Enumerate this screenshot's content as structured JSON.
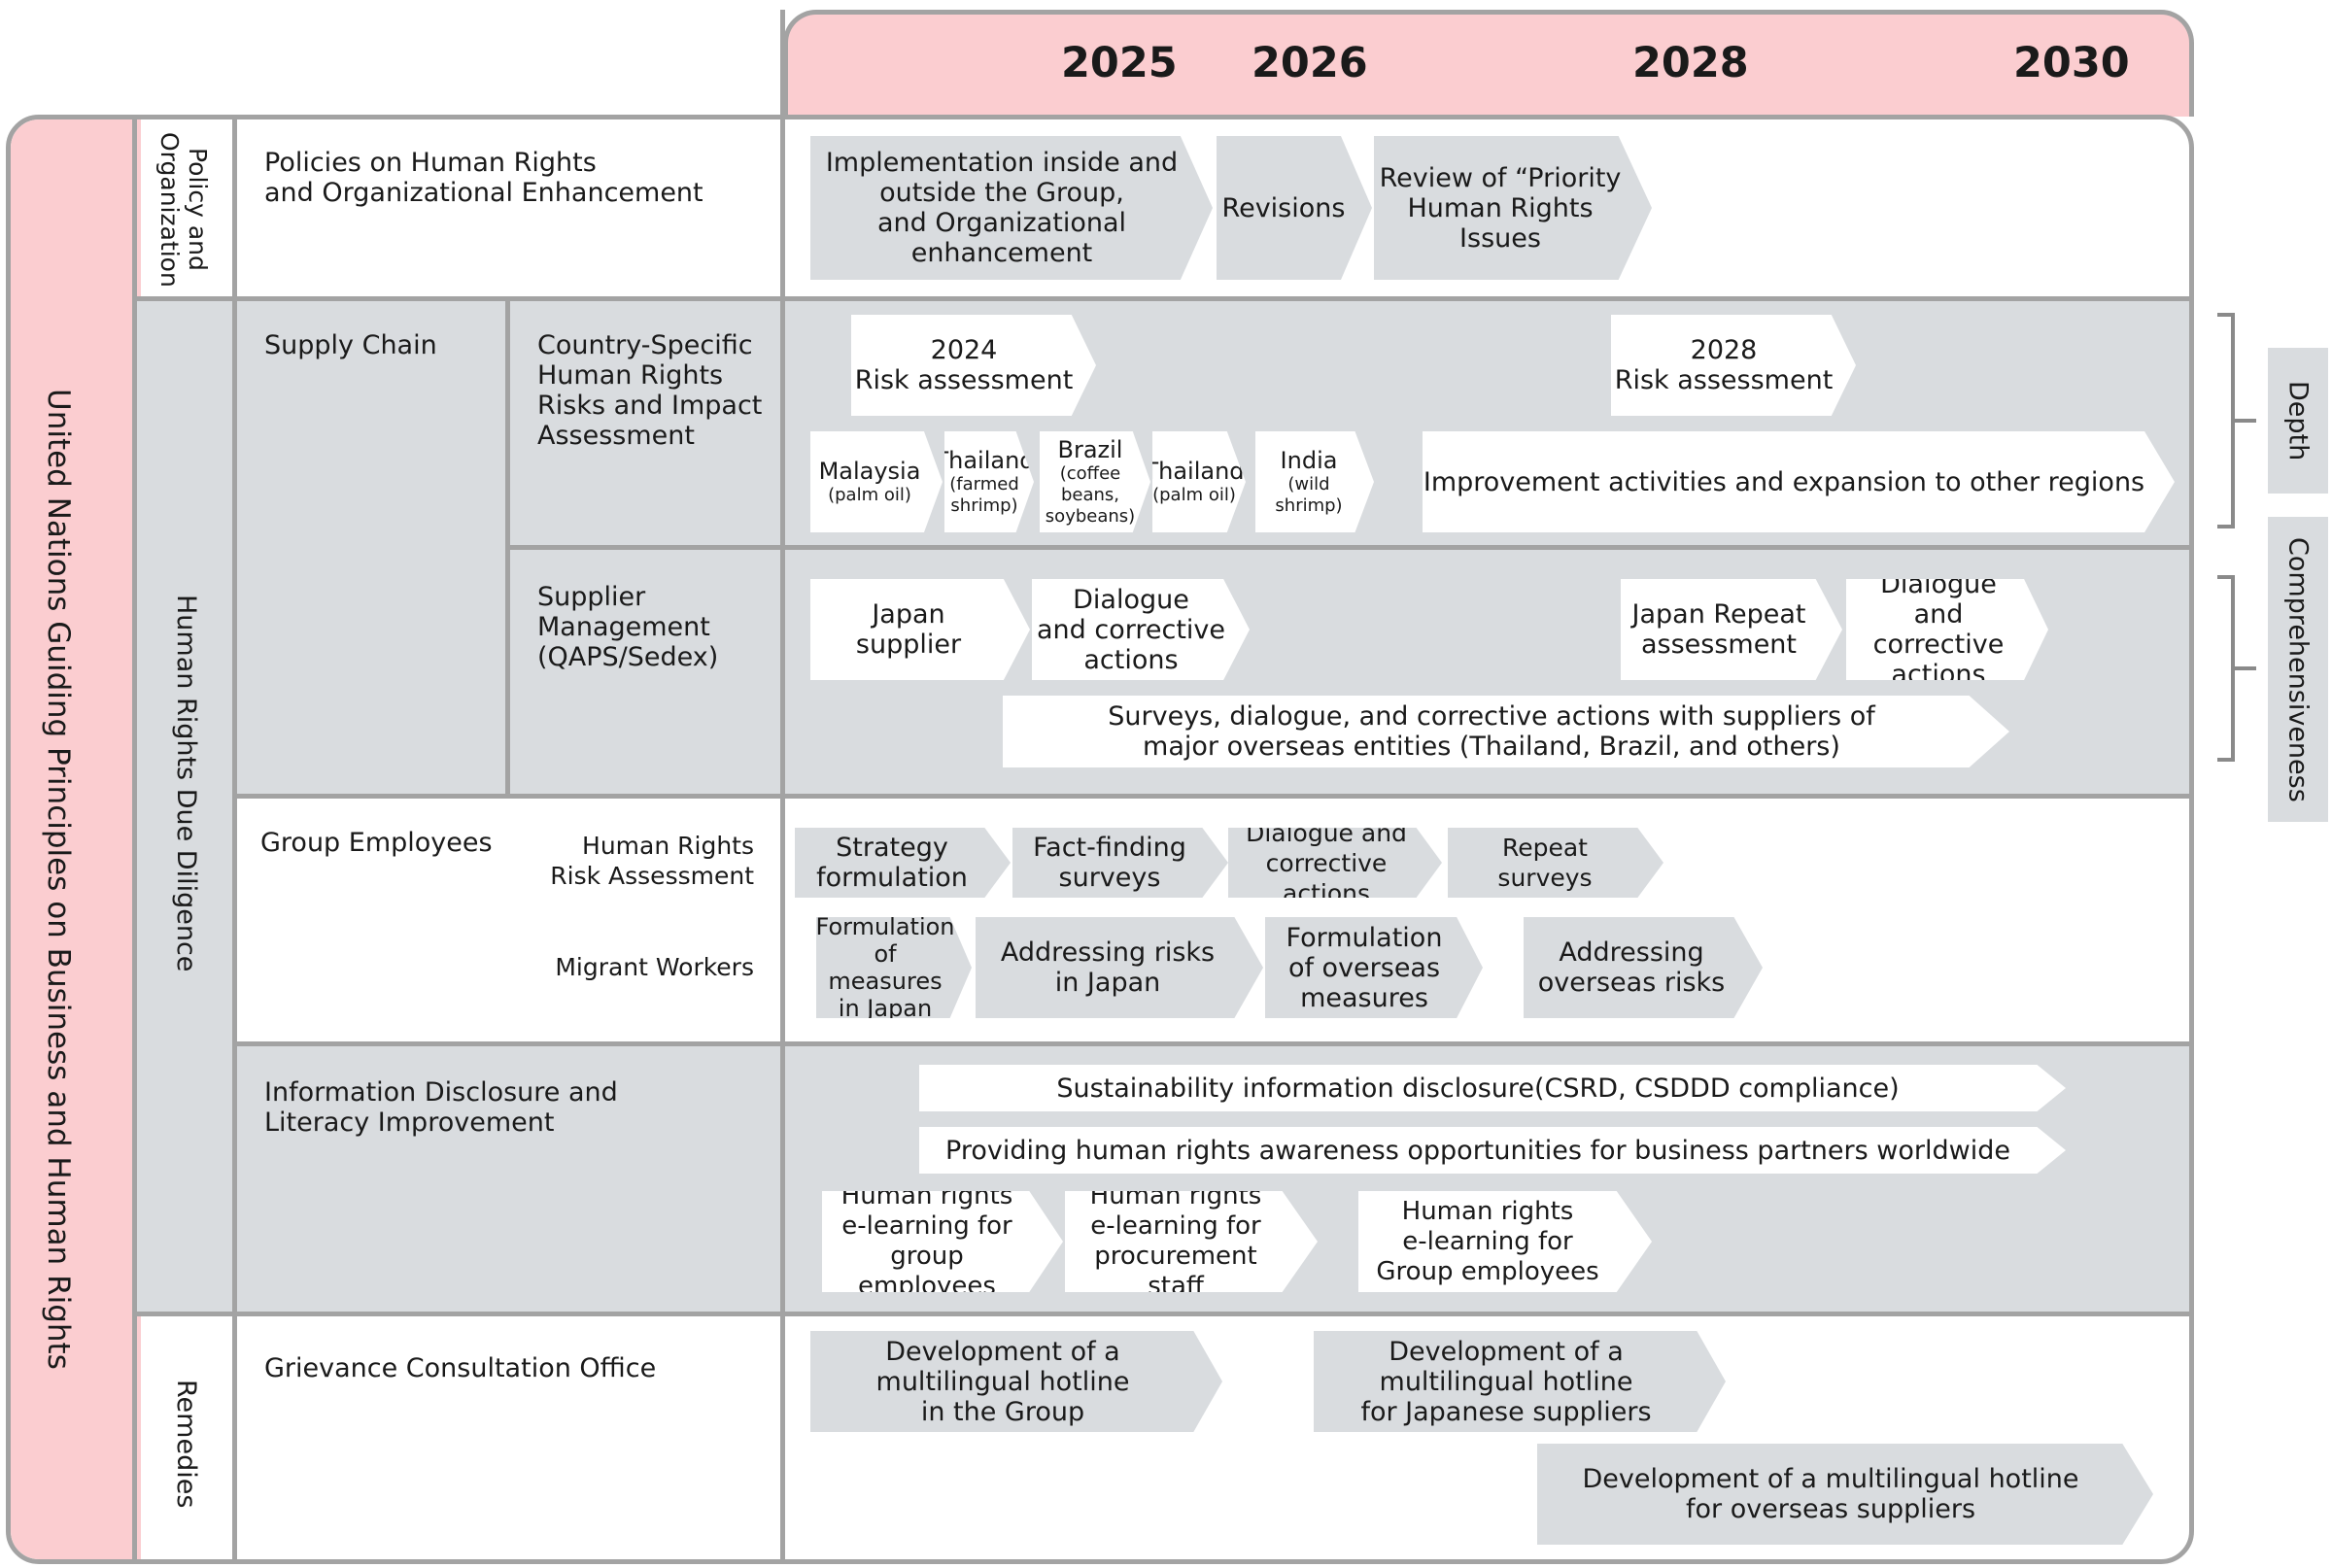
{
  "header": {
    "years": [
      "2025",
      "2026",
      "2028",
      "2030"
    ]
  },
  "sidebar": {
    "main_label": "United Nations Guiding Principles on Business and Human Rights",
    "policy_label": "Policy and\nOrganization",
    "hrdd_label": "Human Rights Due Diligence",
    "remedies_label": "Remedies"
  },
  "rows": {
    "policies": {
      "label": "Policies on Human Rights\nand Organizational Enhancement",
      "steps": [
        "Implementation inside and\noutside the Group,\nand Organizational\nenhancement",
        "Revisions",
        "Review of “Priority\nHuman Rights Issues"
      ]
    },
    "supply_chain": {
      "label": "Supply Chain",
      "country": {
        "label": "Country-Specific\nHuman Rights\nRisks and Impact\nAssessment",
        "assessments": [
          "2024\nRisk assessment",
          "2028\nRisk assessment"
        ],
        "countries": [
          {
            "name": "Malaysia",
            "note": "(palm oil)"
          },
          {
            "name": "Thailand",
            "note": "(farmed\nshrimp)"
          },
          {
            "name": "Brazil",
            "note": "(coffee beans,\nsoybeans)"
          },
          {
            "name": "Thailand",
            "note": "(palm oil)"
          },
          {
            "name": "India",
            "note": "(wild shrimp)"
          }
        ],
        "improvement": "Improvement activities and expansion to other regions"
      },
      "supplier": {
        "label": "Supplier\nManagement\n(QAPS/Sedex)",
        "steps": [
          "Japan\nsupplier",
          "Dialogue\nand corrective\nactions",
          "Japan Repeat\nassessment",
          "Dialogue\nand corrective\nactions"
        ],
        "surveys": "Surveys, dialogue, and corrective actions with suppliers of\nmajor overseas entities (Thailand, Brazil, and others)"
      }
    },
    "employees": {
      "label": "Group Employees",
      "risk_label": "Human Rights\nRisk Assessment",
      "risk_steps": [
        "Strategy\nformulation",
        "Fact-finding\nsurveys",
        "Dialogue and\ncorrective actions",
        "Repeat\nsurveys"
      ],
      "migrant_label": "Migrant Workers",
      "migrant_steps": [
        "Formulation\nof measures\nin Japan",
        "Addressing risks\nin Japan",
        "Formulation\nof overseas\nmeasures",
        "Addressing\noverseas risks"
      ]
    },
    "disclosure": {
      "label": "Information Disclosure and\nLiteracy Improvement",
      "bars": [
        "Sustainability information disclosure(CSRD, CSDDD compliance)",
        "Providing human rights awareness opportunities for business partners worldwide"
      ],
      "elearning": [
        "Human rights\ne-learning for\ngroup employees",
        "Human rights\ne-learning for\nprocurement staff",
        "Human rights\ne-learning for\nGroup employees"
      ]
    },
    "grievance": {
      "label": "Grievance Consultation Office",
      "steps": [
        "Development of a\nmultilingual hotline\nin the Group",
        "Development of a\nmultilingual hotline\nfor Japanese suppliers",
        "Development of a multilingual hotline\nfor overseas suppliers"
      ]
    }
  },
  "side_tags": {
    "depth": "Depth",
    "comprehensiveness": "Comprehensiveness"
  },
  "colors": {
    "header_pink": "#fbcdd0",
    "band_gray": "#d9dcdf",
    "border_gray": "#a3a3a3"
  }
}
